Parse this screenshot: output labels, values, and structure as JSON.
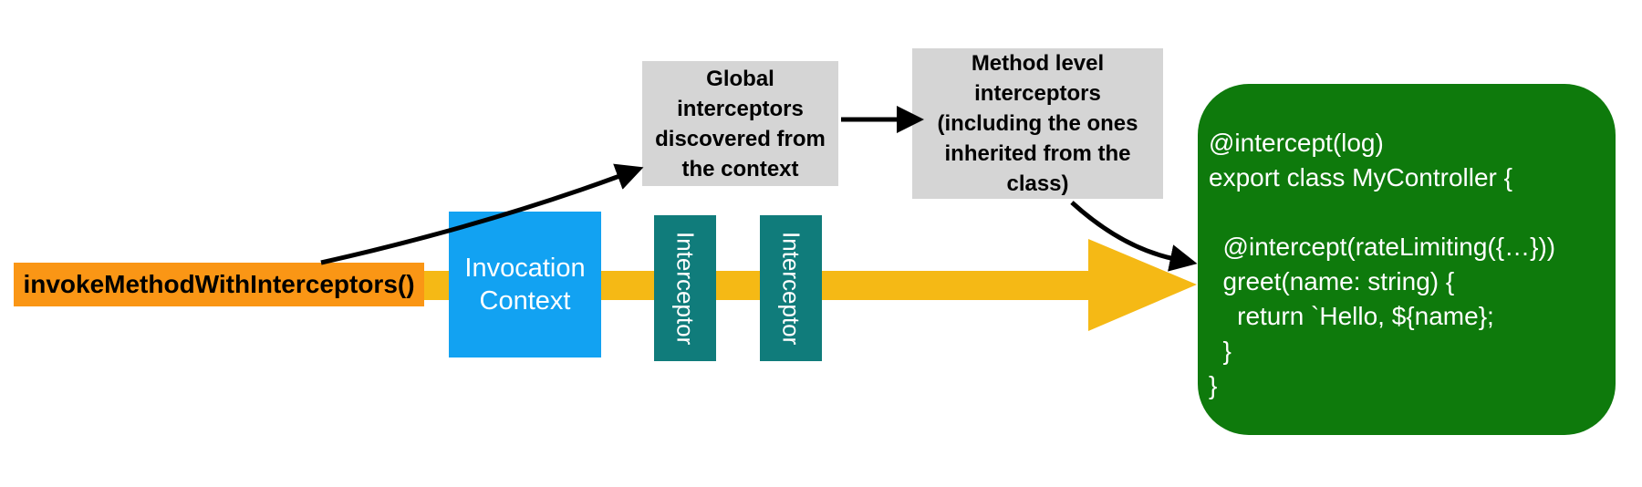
{
  "diagram": {
    "title_hint": "invokeMethodWithInterceptors flow diagram",
    "nodes": {
      "invoke": {
        "label": "invokeMethodWithInterceptors()"
      },
      "invocation_context": {
        "label": "Invocation Context"
      },
      "interceptors": [
        "Interceptor",
        "Interceptor"
      ],
      "global_interceptors": {
        "label": "Global\ninterceptors\ndiscovered from\nthe context"
      },
      "method_interceptors": {
        "label": "Method level\ninterceptors\n(including the ones\ninherited from the\nclass)"
      },
      "controller_code": {
        "code": "@intercept(log)\nexport class MyController {\n\n  @intercept(rateLimiting({…}))\n  greet(name: string) {\n    return `Hello, ${name};\n  }\n}"
      }
    },
    "arrows": {
      "invoke_to_global": "black curved arrow from invoke box to global interceptors box",
      "global_to_method": "black straight arrow between gray boxes",
      "method_to_code": "black curved arrow from method interceptors box to controller code box",
      "flow": "large yellow arrow from invoke box through invocation context and interceptors to controller code"
    },
    "colors": {
      "invoke_orange": "#FA9615",
      "flow_yellow": "#F5B915",
      "context_blue": "#12A2F2",
      "interceptor_teal": "#107C7B",
      "note_gray": "#D5D5D5",
      "code_green": "#0E7A0C",
      "arrow_black": "#000000",
      "text_dark": "#000000",
      "text_light": "#FFFFFF"
    }
  }
}
